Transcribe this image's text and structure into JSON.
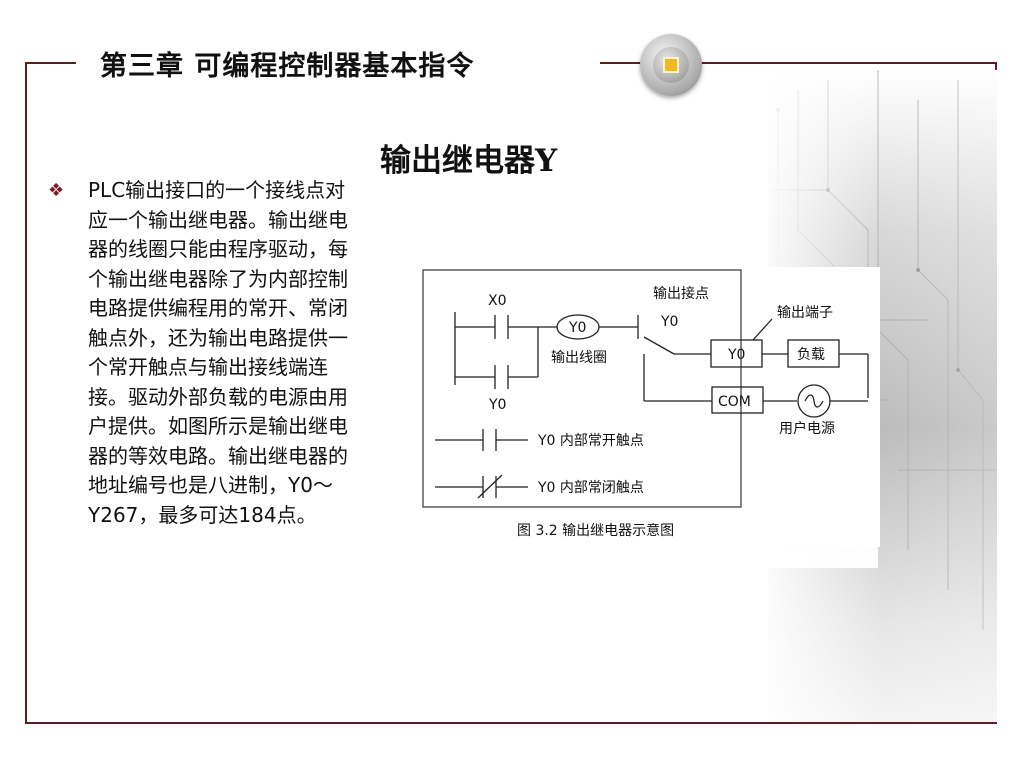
{
  "header": {
    "chapter_title": "第三章  可编程控制器基本指令"
  },
  "slide": {
    "title": "输出继电器Y",
    "bullet": "PLC输出接口的一个接线点对应一个输出继电器。输出继电器的线圈只能由程序驱动，每个输出继电器除了为内部控制电路提供编程用的常开、常闭触点外，还为输出电路提供一个常开触点与输出接线端连接。驱动外部负载的电源由用户提供。如图所示是输出继电器的等效电路。输出继电器的地址编号也是八进制，Y0～Y267，最多可达184点。"
  },
  "figure": {
    "labels": {
      "x0": "X0",
      "y0_contact_bottom": "Y0",
      "coil": "Y0",
      "coil_label": "输出线圈",
      "output_contact_title": "输出接点",
      "output_contact_y0": "Y0",
      "terminal_title": "输出端子",
      "terminal_y0": "Y0",
      "load": "负载",
      "com": "COM",
      "power_source": "用户电源",
      "legend_no": "Y0 内部常开触点",
      "legend_nc": "Y0 内部常闭触点"
    },
    "caption": "图 3.2    输出继电器示意图"
  },
  "colors": {
    "frame": "#5a1e23",
    "accent": "#f2b824",
    "bullet": "#7a1f2a"
  },
  "icons": {
    "bullet": "diamond-cluster-bullet-icon",
    "emblem": "square-emblem-icon",
    "power": "ac-source-icon"
  }
}
